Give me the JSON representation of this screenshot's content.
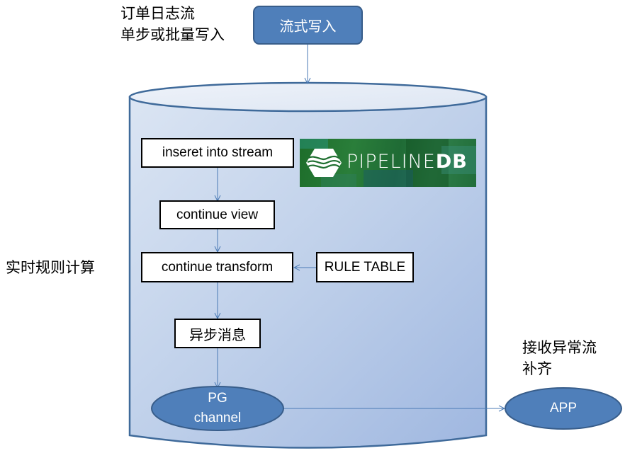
{
  "annotations": {
    "source_line1": "订单日志流",
    "source_line2": "单步或批量写入",
    "realtime_calc": "实时规则计算",
    "receive_line1": "接收异常流",
    "receive_line2": "补齐"
  },
  "nodes": {
    "stream_write": "流式写入",
    "insert_into_stream": "inseret into stream",
    "continue_view": "continue view",
    "continue_transform": "continue transform",
    "rule_table": "RULE TABLE",
    "async_message": "异步消息",
    "pg_channel_line1": "PG",
    "pg_channel_line2": "channel",
    "app": "APP"
  },
  "logo": {
    "text_light": "PIPELINE",
    "text_bold": "DB",
    "icon": "pipelinedb-hexagon-icon"
  },
  "colors": {
    "node_fill": "#4f7fba",
    "node_border": "#385d8a",
    "cylinder_border": "#3f6a9a",
    "arrow": "#4a7ab5",
    "logo_green": "#1f6f30"
  }
}
